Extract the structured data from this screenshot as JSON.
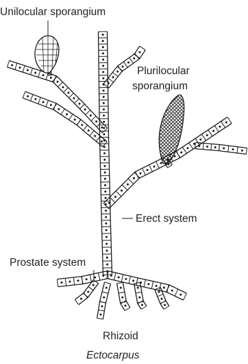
{
  "labels": {
    "unilocular": "Unilocular sporangium",
    "plurilocular_line1": "Plurilocular",
    "plurilocular_line2": "sporangium",
    "erect": "Erect system",
    "prostate": "Prostate system",
    "rhizoid": "Rhizoid"
  },
  "caption": "Ectocarpus"
}
